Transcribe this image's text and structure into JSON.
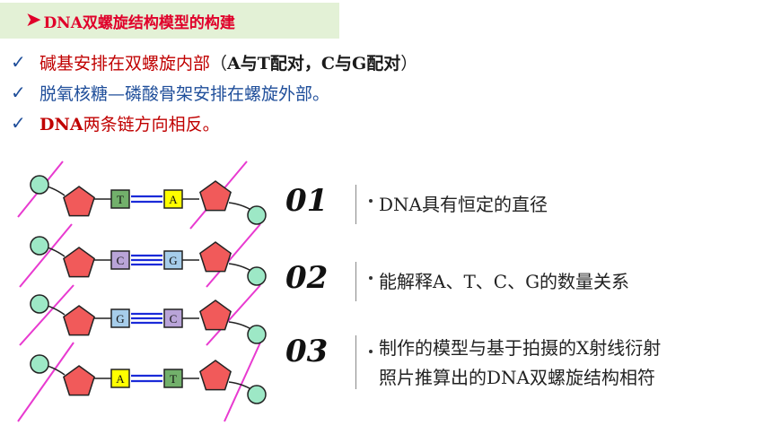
{
  "title": {
    "arrow": "➤",
    "text": "DNA双螺旋结构模型的构建"
  },
  "bullets": [
    {
      "check": "✓",
      "parts": [
        {
          "text": "碱基安排在双螺旋内部",
          "cls": "red"
        },
        {
          "text": "（",
          "cls": "blk"
        },
        {
          "text": "A与T配对，C与G配对",
          "cls": "blk bold"
        },
        {
          "text": "）",
          "cls": "blk"
        }
      ]
    },
    {
      "check": "✓",
      "parts": [
        {
          "text": "脱氧核糖—磷酸骨架安排在螺旋外部。",
          "cls": "blue"
        }
      ]
    },
    {
      "check": "✓",
      "parts": [
        {
          "text": "DNA",
          "cls": "red bold"
        },
        {
          "text": "两条链方向相反。",
          "cls": "red"
        }
      ]
    }
  ],
  "pairs": [
    {
      "left": "T",
      "right": "A"
    },
    {
      "left": "C",
      "right": "G"
    },
    {
      "left": "G",
      "right": "C"
    },
    {
      "left": "A",
      "right": "T"
    }
  ],
  "base_colors": {
    "T": "#72b06b",
    "A": "#ffff00",
    "C": "#b9a4d8",
    "G": "#a6cdea"
  },
  "points": [
    {
      "num": "01",
      "lines": [
        "DNA具有恒定的直径"
      ]
    },
    {
      "num": "02",
      "lines": [
        "能解释A、T、C、G的数量关系"
      ]
    },
    {
      "num": "03",
      "lines": [
        "制作的模型与基于拍摄的X射线衍射",
        "照片推算出的DNA双螺旋结构相符"
      ]
    }
  ]
}
